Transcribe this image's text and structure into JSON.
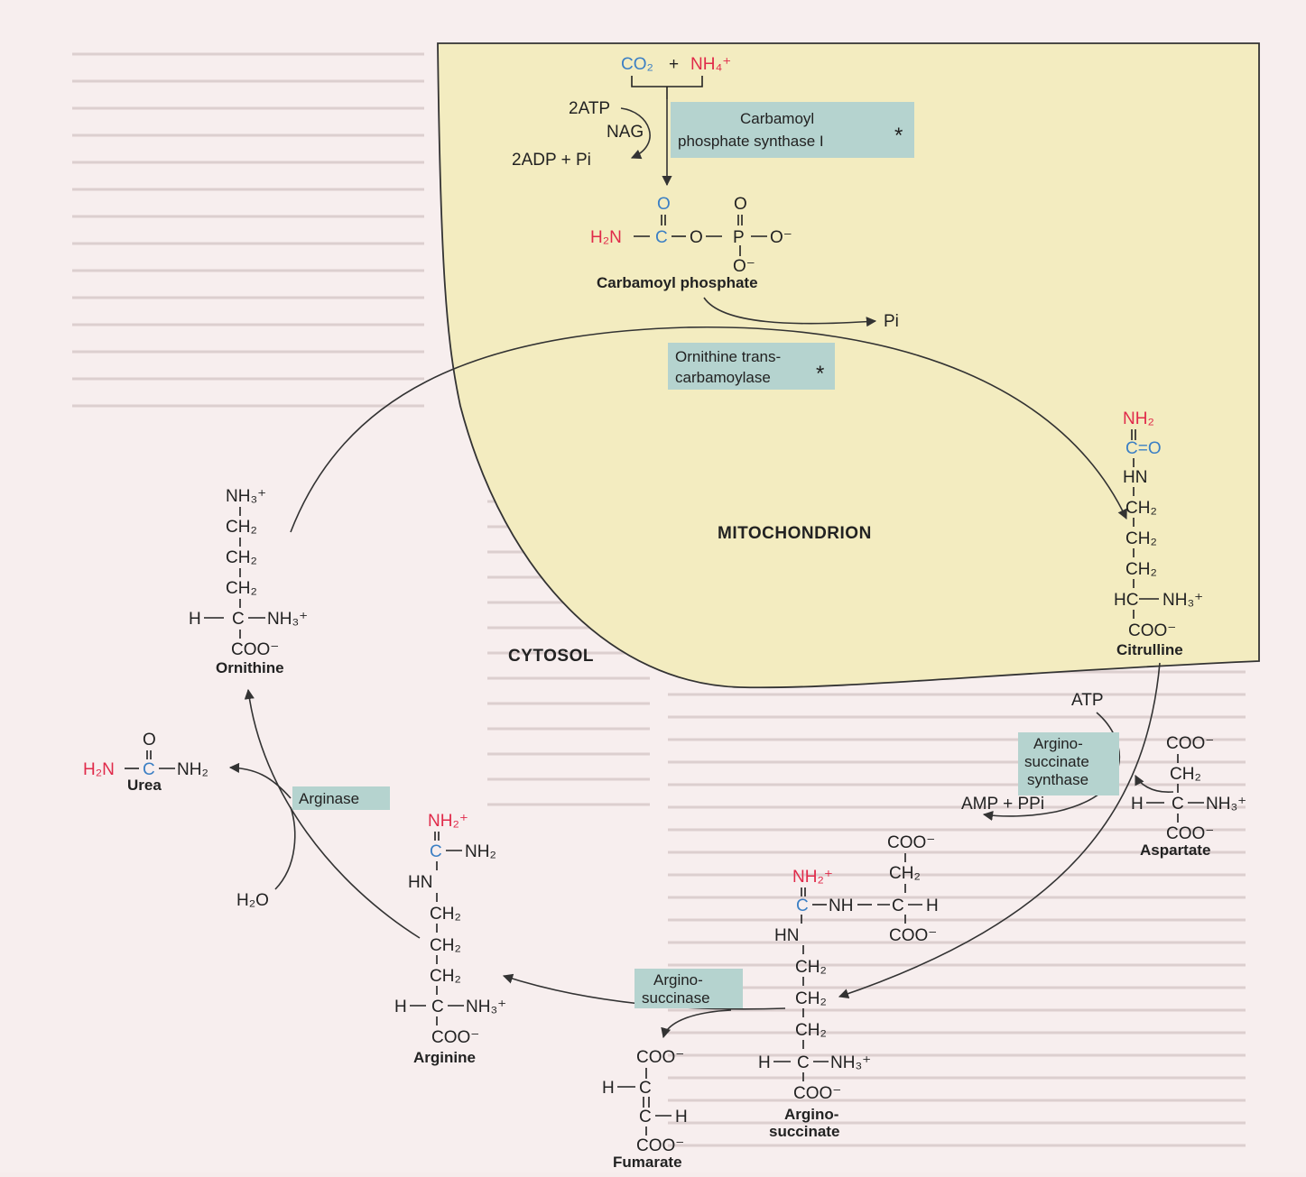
{
  "colors": {
    "mitochondrion_fill": "#f3ecc0",
    "enzyme_box": "#b5d3cf",
    "nitrogen_red": "#e02a4a",
    "carbon_blue": "#3b7fc4"
  },
  "regions": {
    "mitochondrion": "MITOCHONDRION",
    "cytosol": "CYTOSOL"
  },
  "enzymes": {
    "cps1": [
      "Carbamoyl",
      "phosphate synthase I"
    ],
    "cps1_mark": "*",
    "otc": [
      "Ornithine trans-",
      "carbamoylase"
    ],
    "otc_mark": "*",
    "ass": [
      "Argino-",
      "succinate",
      "synthase"
    ],
    "asl": [
      "Argino-",
      "succinase"
    ],
    "arginase": "Arginase"
  },
  "reactants": {
    "co2": "CO₂",
    "plus": "+",
    "nh4": "NH₄⁺",
    "atp2": "2ATP",
    "nag": "NAG",
    "adp": "2ADP + Pi",
    "pi": "Pi",
    "atp": "ATP",
    "amp": "AMP + PPi",
    "h2o": "H₂O"
  },
  "molecules": {
    "carbamoyl_phosphate": "Carbamoyl phosphate",
    "citrulline": "Citrulline",
    "ornithine": "Ornithine",
    "urea": "Urea",
    "aspartate": "Aspartate",
    "argininosuccinate": [
      "Argino-",
      "succinate"
    ],
    "arginine": "Arginine",
    "fumarate": "Fumarate"
  },
  "formula": {
    "nh3p": "NH₃⁺",
    "nh2p": "NH₂⁺",
    "nh2": "NH₂",
    "ch2": "CH₂",
    "coo": "COO⁻",
    "h2n": "H₂N",
    "hn": "HN",
    "c": "C",
    "o": "O",
    "p": "P",
    "h": "H",
    "hc": "HC",
    "ominus": "O⁻",
    "nh": "NH",
    "cp_chain": "—O—P—O⁻",
    "co_bond": "C=O"
  }
}
